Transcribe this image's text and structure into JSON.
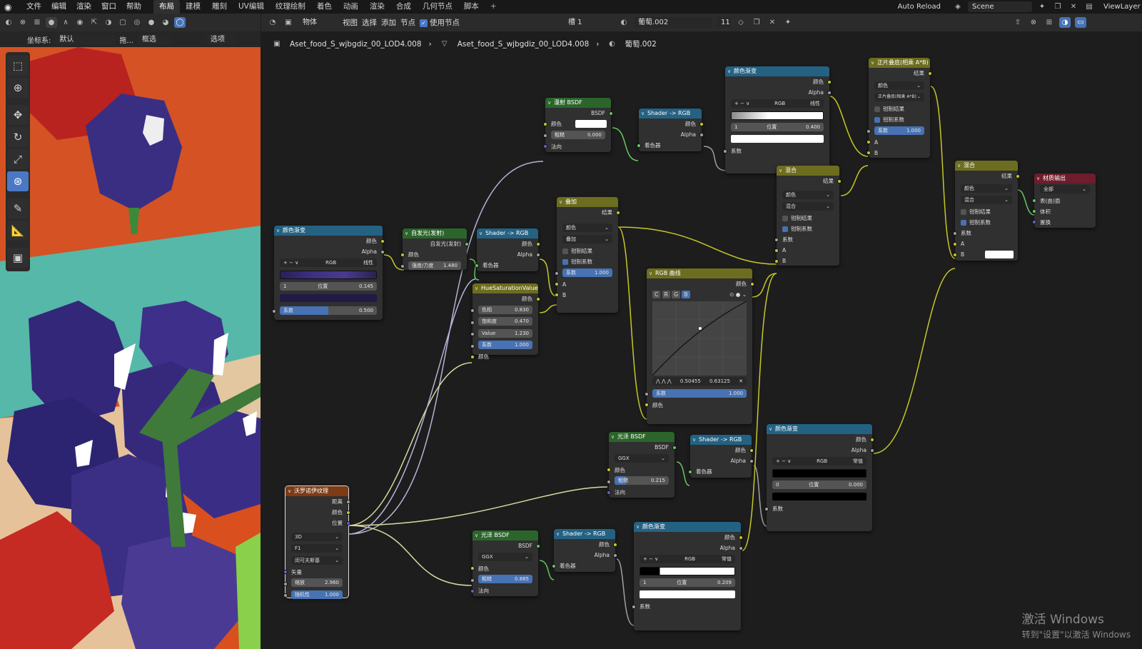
{
  "topbar": {
    "menu": [
      "文件",
      "编辑",
      "渲染",
      "窗口",
      "帮助"
    ],
    "workspaces": [
      "布局",
      "建模",
      "雕刻",
      "UV编辑",
      "纹理绘制",
      "着色",
      "动画",
      "渲染",
      "合成",
      "几何节点",
      "脚本"
    ],
    "active_workspace": "布局",
    "auto_reload": "Auto Reload",
    "scene": "Scene",
    "view_layer": "ViewLayer"
  },
  "viewport": {
    "coord_label": "坐标系:",
    "coord_value": "默认",
    "drag_label": "拖...",
    "select_mode": "框选",
    "options": "选项"
  },
  "editor": {
    "object_mode": "物体",
    "menus": [
      "视图",
      "选择",
      "添加",
      "节点"
    ],
    "use_nodes": "使用节点",
    "slot": "槽 1",
    "material": "葡萄.002",
    "users": "11",
    "breadcrumb": [
      "Aset_food_S_wjbgdiz_00_LOD4.008",
      "Aset_food_S_wjbgdiz_00_LOD4.008",
      "葡萄.002"
    ]
  },
  "nodes": {
    "ramp1": {
      "title": "颜色渐变",
      "out_color": "颜色",
      "out_alpha": "Alpha",
      "mode": "RGB",
      "interp": "线性",
      "index": "1",
      "pos_label": "位置",
      "pos_value": "0.145",
      "fac_label": "系数",
      "fac_value": "0.500"
    },
    "emission": {
      "title": "自发光(发射)",
      "out": "自发光(发射)",
      "in_color": "颜色",
      "strength_label": "强度/力度",
      "strength_value": "1.480"
    },
    "s2r1": {
      "title": "Shader -> RGB",
      "out_color": "颜色",
      "out_alpha": "Alpha",
      "in": "着色器"
    },
    "hsv": {
      "title": "HueSaturationValue",
      "out": "颜色",
      "hue_label": "色相",
      "hue_value": "0.830",
      "sat_label": "饱和度",
      "sat_value": "0.470",
      "val_label": "Value",
      "val_value": "1.230",
      "fac_label": "系数",
      "fac_value": "1.000",
      "in_color": "颜色"
    },
    "diffuse": {
      "title": "漫射 BSDF",
      "out": "BSDF",
      "color_label": "颜色",
      "rough_label": "粗糙",
      "rough_value": "0.000",
      "normal": "法向"
    },
    "s2r2": {
      "title": "Shader -> RGB",
      "out_color": "颜色",
      "out_alpha": "Alpha",
      "in": "着色器"
    },
    "overlay": {
      "title": "叠加",
      "out": "结果",
      "dd1": "颜色",
      "dd2": "叠加",
      "clamp_result": "钳制结果",
      "clamp_factor": "钳制系数",
      "fac_label": "系数",
      "fac_value": "1.000",
      "a": "A",
      "b": "B"
    },
    "ramp2": {
      "title": "颜色渐变",
      "out_color": "颜色",
      "out_alpha": "Alpha",
      "mode": "RGB",
      "interp": "线性",
      "index": "1",
      "pos_label": "位置",
      "pos_value": "0.400",
      "fac": "系数"
    },
    "mix1": {
      "title": "混合",
      "out": "结果",
      "dd1": "颜色",
      "dd2": "混合",
      "clamp_result": "钳制结果",
      "clamp_factor": "钳制系数",
      "fac": "系数",
      "a": "A",
      "b": "B"
    },
    "multiply": {
      "title": "正片叠底(相乘 A*B)",
      "out": "结果",
      "dd1": "颜色",
      "dd2": "正片叠底(相乘 A*B)",
      "clamp_result": "钳制结果",
      "clamp_factor": "钳制系数",
      "fac_label": "系数",
      "fac_value": "1.000",
      "a": "A",
      "b": "B"
    },
    "mix2": {
      "title": "混合",
      "out": "结果",
      "dd1": "颜色",
      "dd2": "混合",
      "clamp_result": "钳制结果",
      "clamp_factor": "钳制系数",
      "fac": "系数",
      "a": "A",
      "b": "B"
    },
    "output": {
      "title": "材质输出",
      "target": "全部",
      "surface": "表(曲)面",
      "volume": "体积",
      "displace": "置换"
    },
    "curves": {
      "title": "RGB 曲线",
      "out": "颜色",
      "tabs": [
        "C",
        "R",
        "G",
        "B"
      ],
      "x_value": "0.50455",
      "y_value": "0.63125",
      "fac_label": "系数",
      "fac_value": "1.000",
      "in_color": "颜色"
    },
    "glossy1": {
      "title": "光泽 BSDF",
      "out": "BSDF",
      "dist": "GGX",
      "color": "颜色",
      "rough_label": "粗糙",
      "rough_value": "0.215",
      "normal": "法向"
    },
    "s2r3": {
      "title": "Shader -> RGB",
      "out_color": "颜色",
      "out_alpha": "Alpha",
      "in": "着色器"
    },
    "ramp3": {
      "title": "颜色渐变",
      "out_color": "颜色",
      "out_alpha": "Alpha",
      "mode": "RGB",
      "interp": "常值",
      "index": "0",
      "pos_label": "位置",
      "pos_value": "0.000",
      "fac": "系数"
    },
    "voronoi": {
      "title": "沃罗诺伊纹理",
      "out_dist": "距离",
      "out_color": "颜色",
      "out_pos": "位置",
      "dim": "3D",
      "feature": "F1",
      "metric": "闵可夫斯基",
      "vec": "矢量",
      "scale_label": "缩放",
      "scale_value": "2.960",
      "rand_label": "随机性",
      "rand_value": "1.000"
    },
    "glossy2": {
      "title": "光泽 BSDF",
      "out": "BSDF",
      "dist": "GGX",
      "color": "颜色",
      "rough_label": "粗糙",
      "rough_value": "0.885",
      "normal": "法向"
    },
    "s2r4": {
      "title": "Shader -> RGB",
      "out_color": "颜色",
      "out_alpha": "Alpha",
      "in": "着色器"
    },
    "ramp4": {
      "title": "颜色渐变",
      "out_color": "颜色",
      "out_alpha": "Alpha",
      "mode": "RGB",
      "interp": "常值",
      "index": "1",
      "pos_label": "位置",
      "pos_value": "0.209",
      "fac": "系数"
    }
  },
  "watermark": {
    "line1": "激活 Windows",
    "line2": "转到\"设置\"以激活 Windows"
  }
}
